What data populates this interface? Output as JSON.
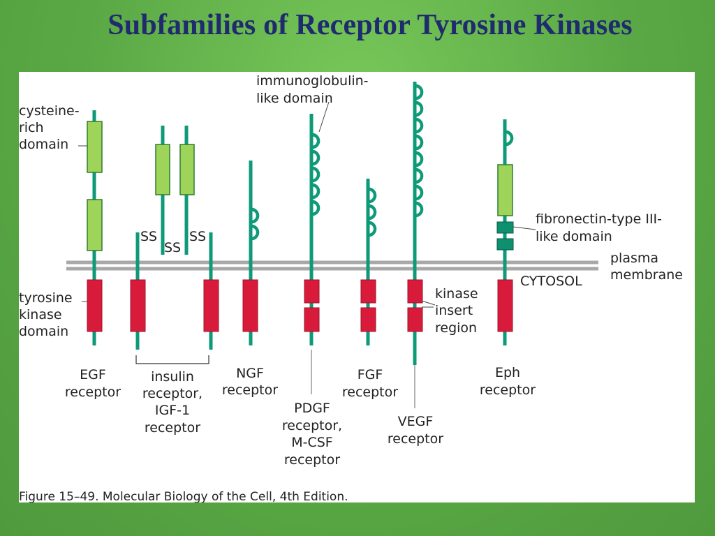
{
  "slide": {
    "title": "Subfamilies of Receptor Tyrosine Kinases"
  },
  "figure": {
    "caption": "Figure 15–49. Molecular Biology of the Cell, 4th Edition.",
    "labels": {
      "cysteine_rich": [
        "cysteine-",
        "rich",
        "domain"
      ],
      "immunoglobulin": [
        "immunoglobulin-",
        "like domain"
      ],
      "tyrosine_kinase": [
        "tyrosine",
        "kinase",
        "domain"
      ],
      "fibronectin": [
        "fibronectin-type III-",
        "like domain"
      ],
      "plasma_membrane": [
        "plasma",
        "membrane"
      ],
      "cytosol": "CYTOSOL",
      "kinase_insert": [
        "kinase",
        "insert",
        "region"
      ],
      "disulfide": "SS"
    },
    "receptors": {
      "egf": [
        "EGF",
        "receptor"
      ],
      "insulin": [
        "insulin",
        "receptor,",
        "IGF-1",
        "receptor"
      ],
      "ngf": [
        "NGF",
        "receptor"
      ],
      "pdgf": [
        "PDGF",
        "receptor,",
        "M-CSF",
        "receptor"
      ],
      "fgf": [
        "FGF",
        "receptor"
      ],
      "vegf": [
        "VEGF",
        "receptor"
      ],
      "eph": [
        "Eph",
        "receptor"
      ]
    },
    "colors": {
      "stalk": "#0e9a78",
      "cysteine_box": "#9ed45a",
      "kinase_box": "#d81b3a",
      "fibronectin_box": "#0e8f6e",
      "membrane": "#a8a8a8",
      "text": "#222222"
    }
  }
}
